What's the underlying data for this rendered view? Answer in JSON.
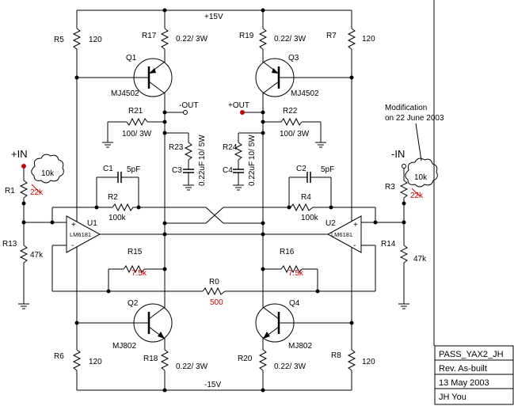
{
  "rails": {
    "positive": "+15V",
    "negative": "-15V"
  },
  "outputs": {
    "minus": "-OUT",
    "plus": "+OUT"
  },
  "inputs": {
    "plus": "+IN",
    "minus": "-IN"
  },
  "modification_note": {
    "line1": "Modification",
    "line2": "on 22 June 2003"
  },
  "transistors": [
    {
      "ref": "Q1",
      "part": "MJ4502"
    },
    {
      "ref": "Q3",
      "part": "MJ4502"
    },
    {
      "ref": "Q2",
      "part": "MJ802"
    },
    {
      "ref": "Q4",
      "part": "MJ802"
    }
  ],
  "opamps": [
    {
      "ref": "U1",
      "part": "LM6181"
    },
    {
      "ref": "U2",
      "part": "LM6181"
    }
  ],
  "resistors": [
    {
      "ref": "R5",
      "value": "120"
    },
    {
      "ref": "R17",
      "value": "0.22/ 3W"
    },
    {
      "ref": "R19",
      "value": "0.22/ 3W"
    },
    {
      "ref": "R7",
      "value": "120"
    },
    {
      "ref": "R21",
      "value": "100/ 3W"
    },
    {
      "ref": "R22",
      "value": "100/ 3W"
    },
    {
      "ref": "R23",
      "value": "10/ 5W"
    },
    {
      "ref": "R24",
      "value": "10/ 5W"
    },
    {
      "ref": "R1",
      "value_old": "22k",
      "value_new": "10k"
    },
    {
      "ref": "R3",
      "value_old": "22k",
      "value_new": "10k"
    },
    {
      "ref": "R2",
      "value": "100k"
    },
    {
      "ref": "R4",
      "value": "100k"
    },
    {
      "ref": "R13",
      "value": "47k"
    },
    {
      "ref": "R14",
      "value": "47k"
    },
    {
      "ref": "R15",
      "value": "7.5k"
    },
    {
      "ref": "R16",
      "value": "7.5k"
    },
    {
      "ref": "R0",
      "value": "500"
    },
    {
      "ref": "R6",
      "value": "120"
    },
    {
      "ref": "R18",
      "value": "0.22/ 3W"
    },
    {
      "ref": "R20",
      "value": "0.22/ 3W"
    },
    {
      "ref": "R8",
      "value": "120"
    }
  ],
  "capacitors": [
    {
      "ref": "C1",
      "value": "5pF"
    },
    {
      "ref": "C2",
      "value": "5pF"
    },
    {
      "ref": "C3",
      "value": "0.22uF"
    },
    {
      "ref": "C4",
      "value": "0.22uF"
    }
  ],
  "title_block": {
    "name": "PASS_YAX2_JH",
    "revision": "Rev. As-built",
    "date": "13 May 2003",
    "author": "JH You"
  }
}
